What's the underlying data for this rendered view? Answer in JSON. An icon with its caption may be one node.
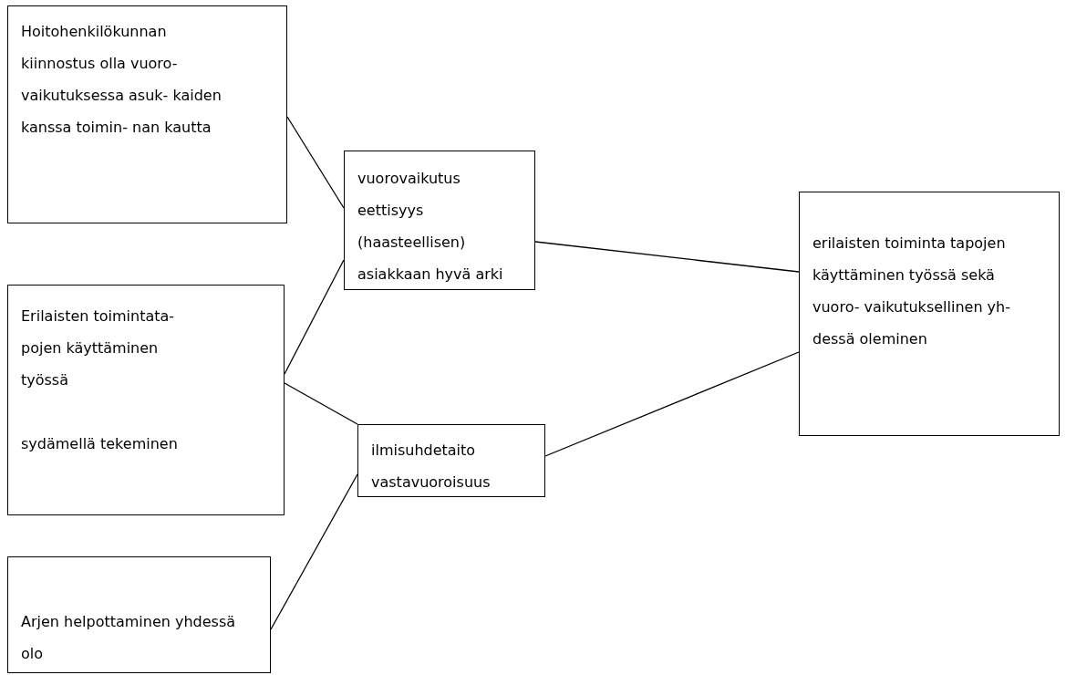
{
  "diagram": {
    "nodes": [
      {
        "text": [
          "Hoitohenkilökunnan kiinnostus olla vuoro- vaikutuksessa asuk- kaiden kanssa toimin- nan kautta"
        ]
      },
      {
        "text": [
          "Erilaisten toimintata- pojen käyttäminen työssä",
          "sydämellä tekeminen"
        ]
      },
      {
        "text": [
          "Arjen helpottaminen yhdessä olo"
        ]
      },
      {
        "text": [
          "vuorovaikutus",
          "eettisyys",
          "(haasteellisen) asiakkaan hyvä arki"
        ]
      },
      {
        "text": [
          "ilmisuhdetaito",
          "vastavuoroisuus"
        ]
      },
      {
        "text": [
          "erilaisten toiminta tapojen käyttäminen työssä sekä vuoro- vaikutuksellinen yh- dessä oleminen"
        ]
      }
    ],
    "edges": [
      {
        "from": 0,
        "to": 3,
        "arrow": "none"
      },
      {
        "from": 1,
        "to": 3,
        "arrow": "none"
      },
      {
        "from": 1,
        "to": 4,
        "arrow": "none"
      },
      {
        "from": 2,
        "to": 4,
        "arrow": "none"
      },
      {
        "from": 3,
        "to": 5,
        "arrow": "none"
      },
      {
        "from": 4,
        "to": 5,
        "arrow": "none"
      }
    ]
  }
}
